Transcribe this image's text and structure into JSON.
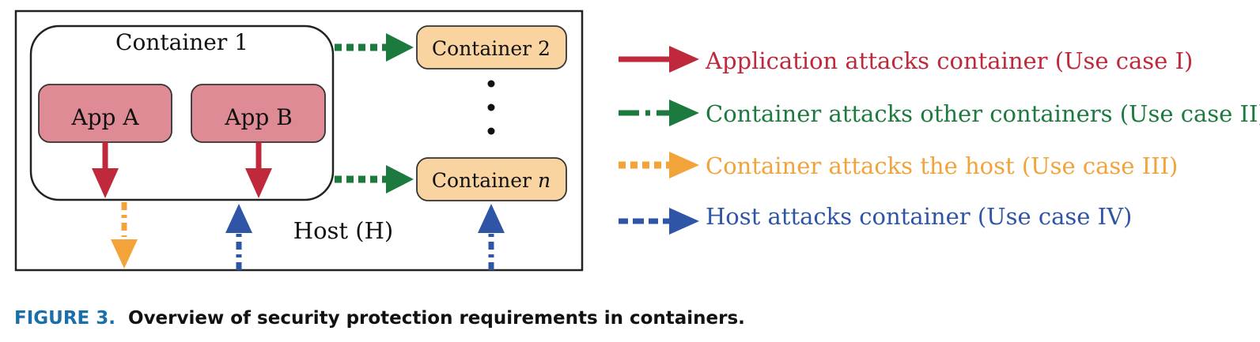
{
  "diagram": {
    "host_label": "Host (H)",
    "container1": {
      "title": "Container 1",
      "apps": [
        {
          "label": "App A"
        },
        {
          "label": "App B"
        }
      ]
    },
    "other_containers": [
      {
        "label": "Container 2"
      },
      {
        "label_prefix": "Container ",
        "label_var": "n"
      }
    ],
    "ellipsis": "⋮"
  },
  "legend": {
    "items": [
      {
        "text": "Application attacks container (Use case I)",
        "color": "#c0283c",
        "style": "solid"
      },
      {
        "text": "Container attacks other containers (Use case II)",
        "color": "#1d7a3f",
        "style": "dash-dot"
      },
      {
        "text": "Container attacks the host (Use case III)",
        "color": "#f2a33a",
        "style": "dotted"
      },
      {
        "text": "Host attacks container (Use case IV)",
        "color": "#2e55a6",
        "style": "dash-dot"
      }
    ]
  },
  "caption": {
    "label": "FIGURE 3.",
    "text": "Overview of security protection requirements in containers."
  },
  "colors": {
    "app_fill": "#de8b95",
    "container_fill": "#f9d3a0",
    "red": "#c0283c",
    "green": "#1d7a3f",
    "orange": "#f2a33a",
    "blue": "#2e55a6",
    "caption_label": "#1a6faa"
  }
}
